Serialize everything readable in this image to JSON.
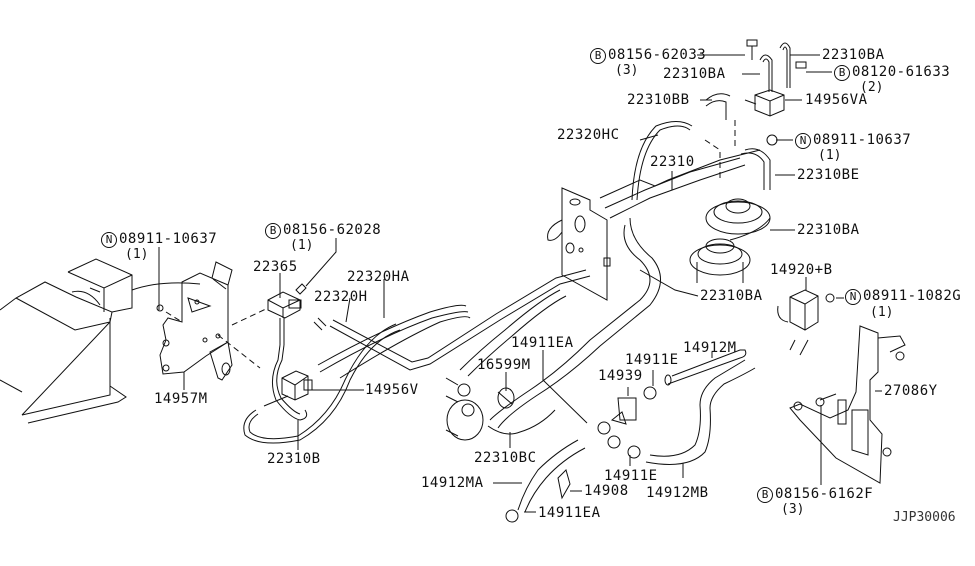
{
  "diagram": {
    "title": "Emission Control Piping Parts Diagram",
    "diagram_code": "JJP30006",
    "colors": {
      "line": "#111111",
      "background": "#ffffff"
    }
  },
  "callouts": {
    "b_08156_62033": {
      "prefix": "B",
      "part": "08156-62033",
      "qty": "(3)"
    },
    "p_22310BA_top": {
      "part": "22310BA"
    },
    "b_08120_61633": {
      "prefix": "B",
      "part": "08120-61633",
      "qty": "(2)"
    },
    "p_22310BA_mid": {
      "part": "22310BA"
    },
    "p_22310BB": {
      "part": "22310BB"
    },
    "p_14956VA": {
      "part": "14956VA"
    },
    "p_22320HC": {
      "part": "22320HC"
    },
    "n_08911_10637_top": {
      "prefix": "N",
      "part": "08911-10637",
      "qty": "(1)"
    },
    "p_22310": {
      "part": "22310"
    },
    "p_22310BE": {
      "part": "22310BE"
    },
    "p_22310BA_disc": {
      "part": "22310BA"
    },
    "p_22310BA_low": {
      "part": "22310BA"
    },
    "n_08911_10637_left": {
      "prefix": "N",
      "part": "08911-10637",
      "qty": "(1)"
    },
    "b_08156_62028": {
      "prefix": "B",
      "part": "08156-62028",
      "qty": "(1)"
    },
    "p_22365": {
      "part": "22365"
    },
    "p_22320HA": {
      "part": "22320HA"
    },
    "p_22320H": {
      "part": "22320H"
    },
    "p_14957M": {
      "part": "14957M"
    },
    "p_14956V": {
      "part": "14956V"
    },
    "p_22310B": {
      "part": "22310B"
    },
    "p_14920B": {
      "part": "14920+B"
    },
    "n_08911_1082G": {
      "prefix": "N",
      "part": "08911-1082G",
      "qty": "(1)"
    },
    "p_14911EA_top": {
      "part": "14911EA"
    },
    "p_16599M": {
      "part": "16599M"
    },
    "p_14912M": {
      "part": "14912M"
    },
    "p_14911E_top": {
      "part": "14911E"
    },
    "p_14939": {
      "part": "14939"
    },
    "p_22310BC": {
      "part": "22310BC"
    },
    "p_14911E_low": {
      "part": "14911E"
    },
    "p_14912MA": {
      "part": "14912MA"
    },
    "p_14908": {
      "part": "14908"
    },
    "p_14912MB": {
      "part": "14912MB"
    },
    "p_14911EA_low": {
      "part": "14911EA"
    },
    "p_27086Y": {
      "part": "27086Y"
    },
    "b_08156_6162F": {
      "prefix": "B",
      "part": "08156-6162F",
      "qty": "(3)"
    }
  }
}
